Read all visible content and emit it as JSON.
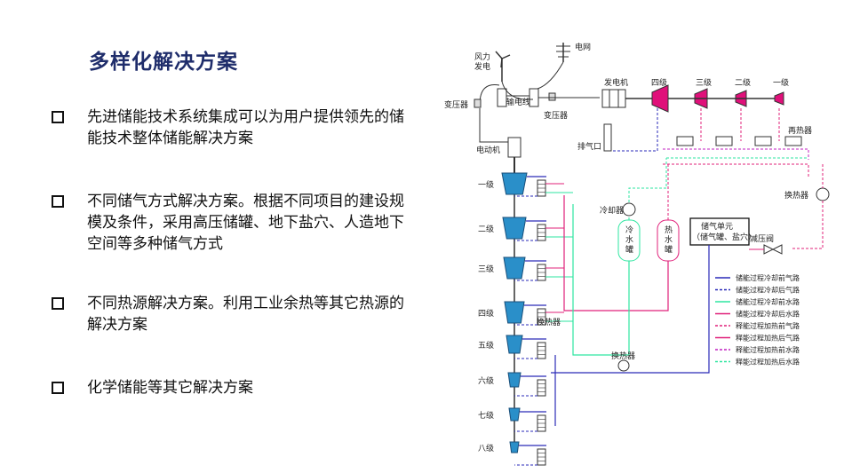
{
  "title": "多样化解决方案",
  "bullets": [
    "先进储能技术系统集成可以为用户提供领先的储能技术整体储能解决方案",
    "不同储气方式解决方案。根据不同项目的建设规模及条件，采用高压储罐、地下盐穴、人造地下空间等多种储气方式",
    "不同热源解决方案。利用工业余热等其它热源的解决方案",
    "化学储能等其它解决方案"
  ],
  "diagram": {
    "wind_power": "风力\n发电",
    "grid": "电网",
    "transformer": "变压器",
    "transmission_line": "输电线",
    "transformer2": "变压器",
    "motor": "电动机",
    "generator": "发电机",
    "exhaust": "排气口",
    "reheater": "再热器",
    "heat_exchanger_right": "换热器",
    "cooler": "冷却器",
    "cold_tank": "冷\n水\n罐",
    "hot_tank": "热\n水\n罐",
    "storage_unit_line1": "储气单元",
    "storage_unit_line2": "（储气罐、盐穴）",
    "pressure_reducer": "减压阀",
    "heat_exchanger_mid": "换热器",
    "heat_exchanger_bottom": "换热器",
    "compressor_stages": [
      "一级",
      "二级",
      "三级",
      "四级",
      "五级",
      "六级",
      "七级",
      "八级"
    ],
    "turbine_stages": [
      "四级",
      "三级",
      "二级",
      "一级"
    ],
    "legend": [
      {
        "label": "储能过程冷却前气路",
        "color": "#2a2ab8",
        "dash": false
      },
      {
        "label": "储能过程冷却后气路",
        "color": "#2a2ab8",
        "dash": true
      },
      {
        "label": "储能过程冷却前水路",
        "color": "#2ee6a0",
        "dash": false
      },
      {
        "label": "储能过程冷却后水路",
        "color": "#e0207a",
        "dash": false
      },
      {
        "label": "释能过程加热前气路",
        "color": "#e0207a",
        "dash": true
      },
      {
        "label": "释能过程加热后气路",
        "color": "#e0207a",
        "dash": false
      },
      {
        "label": "释能过程加热前水路",
        "color": "#c020c0",
        "dash": true
      },
      {
        "label": "释能过程加热后水路",
        "color": "#2ee6a0",
        "dash": true
      }
    ]
  }
}
